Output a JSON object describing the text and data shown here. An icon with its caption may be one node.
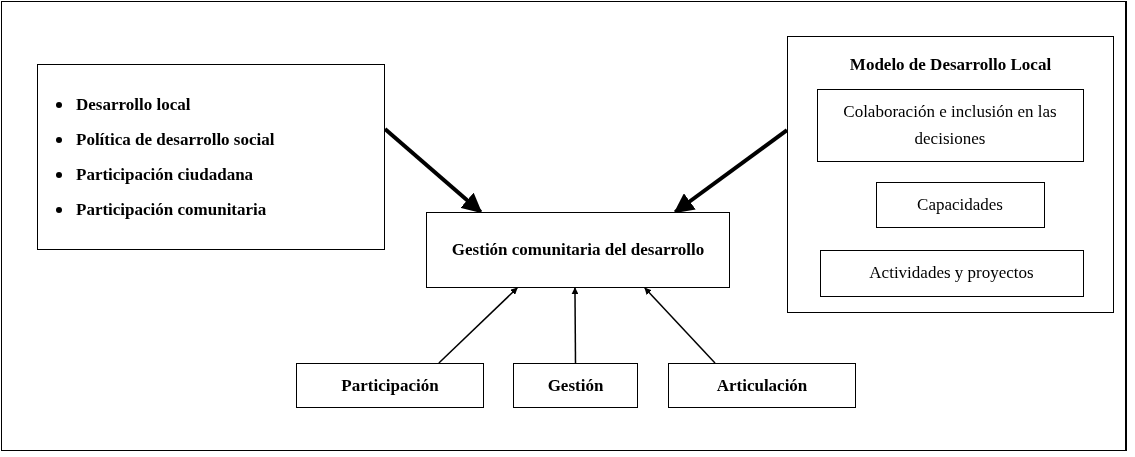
{
  "diagram": {
    "nodes": [
      {
        "text": [
          "Desarrollo local",
          "Política de desarrollo social",
          "Participación ciudadana",
          "Participación comunitaria"
        ]
      },
      {
        "text": [
          "Modelo de Desarrollo Local"
        ]
      },
      {
        "text": [
          "Colaboración e inclusión en las decisiones"
        ],
        "in": 1
      },
      {
        "text": [
          "Capacidades"
        ],
        "in": 1
      },
      {
        "text": [
          "Actividades y proyectos"
        ],
        "in": 1
      },
      {
        "text": [
          "Gestión comunitaria del desarrollo"
        ]
      },
      {
        "text": [
          "Participación"
        ]
      },
      {
        "text": [
          "Gestión"
        ]
      },
      {
        "text": [
          "Articulación"
        ]
      }
    ],
    "edges": [
      {
        "from": 0,
        "to": 5,
        "arrow": "to",
        "style": "thick"
      },
      {
        "from": 1,
        "to": 5,
        "arrow": "to",
        "style": "thick"
      },
      {
        "from": 6,
        "to": 5,
        "arrow": "to"
      },
      {
        "from": 7,
        "to": 5,
        "arrow": "to"
      },
      {
        "from": 8,
        "to": 5,
        "arrow": "to"
      }
    ]
  }
}
